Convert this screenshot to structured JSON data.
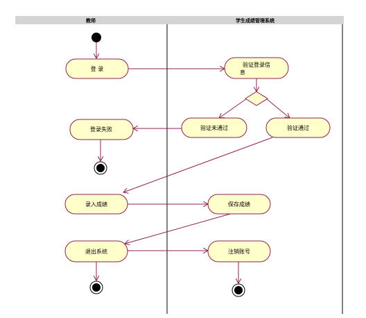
{
  "swimlanes": [
    {
      "id": "teacher",
      "label": "教师"
    },
    {
      "id": "system",
      "label": "学生成绩管理系统"
    }
  ],
  "actions": {
    "login": {
      "lines": [
        "登 录"
      ]
    },
    "verify_login_info": {
      "lines": [
        "验证登录信",
        "息"
      ]
    },
    "verify_failed": {
      "lines": [
        "验证未通过"
      ]
    },
    "verify_passed": {
      "lines": [
        "验证通过"
      ]
    },
    "login_failed": {
      "lines": [
        "登录失败"
      ]
    },
    "enter_grades": {
      "lines": [
        "录入成绩"
      ]
    },
    "save_grades": {
      "lines": [
        "保存成绩"
      ]
    },
    "exit_system": {
      "lines": [
        "退出系统"
      ]
    },
    "cancel_account": {
      "lines": [
        "注销账号"
      ]
    }
  },
  "colors": {
    "header_bg": "#d4d4d4",
    "action_fill": "#ffffcc",
    "action_stroke": "#8b2252",
    "arrow": "#8b2252",
    "lane_line": "#000000",
    "start_node": "#000000",
    "end_node": "#000000"
  }
}
